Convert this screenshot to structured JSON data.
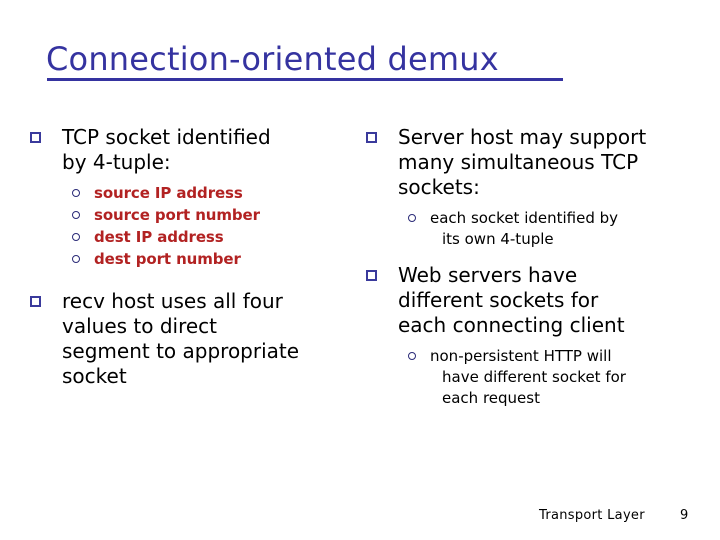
{
  "slide": {
    "title": "Connection-oriented demux",
    "title_color": "#3533a0",
    "accent_bullet_color": "#3a3a9c",
    "sub_bullet_color": "#2b2b78",
    "highlight_text_color": "#b22222",
    "background_color": "#ffffff"
  },
  "left_column": {
    "bullet1": {
      "line1": "TCP socket identified",
      "line2": "by 4-tuple:",
      "sub_items": [
        "source IP address",
        "source port number",
        "dest IP address",
        "dest port number"
      ]
    },
    "bullet2": {
      "line1": "recv host uses all four",
      "line2": "values to direct",
      "line3": "segment to appropriate",
      "line4": "socket"
    }
  },
  "right_column": {
    "bullet1": {
      "line1": "Server host may support",
      "line2": "many simultaneous TCP",
      "line3": "sockets:",
      "sub_items": [
        {
          "line1": "each socket identified by",
          "line2": "its own 4-tuple"
        }
      ]
    },
    "bullet2": {
      "line1": "Web servers have",
      "line2": "different sockets for",
      "line3": "each connecting client",
      "sub_items": [
        {
          "line1": "non-persistent HTTP will",
          "line2": "have different socket for",
          "line3": "each request"
        }
      ]
    }
  },
  "footer": {
    "label": "Transport Layer",
    "page": "9"
  }
}
